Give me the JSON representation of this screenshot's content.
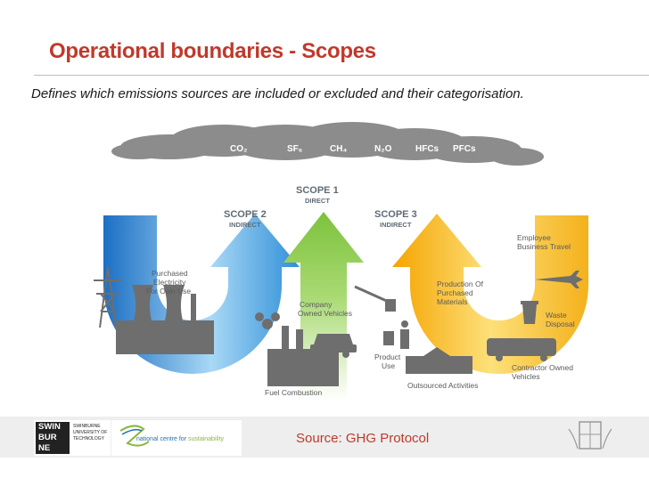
{
  "slide": {
    "title": "Operational boundaries - Scopes",
    "subtitle": "Defines which emissions sources are included or excluded and their categorisation."
  },
  "gases": [
    "CO₂",
    "SF₆",
    "CH₄",
    "N₂O",
    "HFCs",
    "PFCs"
  ],
  "scopes": [
    {
      "name": "SCOPE 2",
      "type": "INDIRECT",
      "color": "#2f8fd8"
    },
    {
      "name": "SCOPE 1",
      "type": "DIRECT",
      "color": "#8ccc4a"
    },
    {
      "name": "SCOPE 3",
      "type": "INDIRECT",
      "color": "#f2b51f"
    }
  ],
  "labels": {
    "purchased_electricity": [
      "Purchased",
      "Electricity",
      "For Own Use"
    ],
    "company_vehicles": [
      "Company",
      "Owned Vehicles"
    ],
    "fuel_combustion": "Fuel Combustion",
    "production_materials": [
      "Production Of",
      "Purchased",
      "Materials"
    ],
    "product_use": [
      "Product",
      "Use"
    ],
    "outsourced_activities": "Outsourced Activities",
    "employee_travel": [
      "Employee",
      "Business Travel"
    ],
    "waste_disposal": [
      "Waste",
      "Disposal"
    ],
    "contractor_vehicles": [
      "Contractor Owned",
      "Vehicles"
    ]
  },
  "footer": {
    "swinburne_logo": "SWIN\nBUR\nNE",
    "swinburne_sub": "SWINBURNE UNIVERSITY OF TECHNOLOGY",
    "ncs_prefix": "national centre for ",
    "ncs_accent": "sustainability",
    "source": "Source: GHG Protocol"
  },
  "colors": {
    "title": "#c0392b",
    "cloud": "#8c8c8c",
    "icons": "#6e6e6e"
  },
  "icons": [
    "pylon-icon",
    "power-plant-icon",
    "factory-icon",
    "car-icon",
    "crane-icon",
    "person-icon",
    "airplane-icon",
    "bin-icon",
    "bus-icon",
    "crest-icon"
  ]
}
